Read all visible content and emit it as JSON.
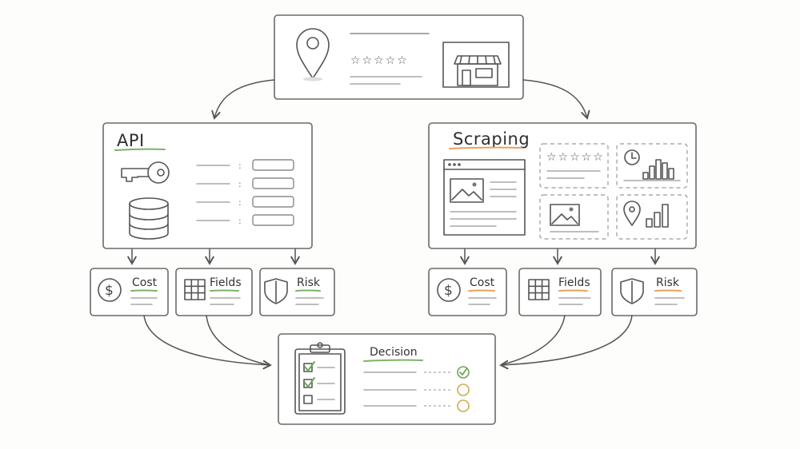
{
  "top_card": {
    "rating_stars": "☆☆☆☆☆",
    "icons": [
      "location-pin-icon",
      "storefront-icon"
    ]
  },
  "api_panel": {
    "title": "API",
    "icons": [
      "key-icon",
      "database-icon"
    ],
    "field_rows": 4
  },
  "scraping_panel": {
    "title": "Scraping",
    "rating_stars": "☆☆☆☆☆",
    "icons": [
      "browser-window-icon",
      "image-icon",
      "clock-icon",
      "bar-chart-icon",
      "location-pin-icon"
    ]
  },
  "criteria_left": [
    {
      "label": "Cost",
      "icon": "dollar-icon"
    },
    {
      "label": "Fields",
      "icon": "grid-icon"
    },
    {
      "label": "Risk",
      "icon": "shield-icon"
    }
  ],
  "criteria_right": [
    {
      "label": "Cost",
      "icon": "dollar-icon"
    },
    {
      "label": "Fields",
      "icon": "grid-icon"
    },
    {
      "label": "Risk",
      "icon": "shield-icon"
    }
  ],
  "decision": {
    "title": "Decision",
    "checklist": [
      {
        "checked": true,
        "result": "check"
      },
      {
        "checked": true,
        "result": "empty"
      },
      {
        "checked": false,
        "result": "empty"
      }
    ]
  },
  "colors": {
    "api_accent": "#7cb26a",
    "scraping_accent": "#e8a25a",
    "ink": "#3a3a3a"
  }
}
